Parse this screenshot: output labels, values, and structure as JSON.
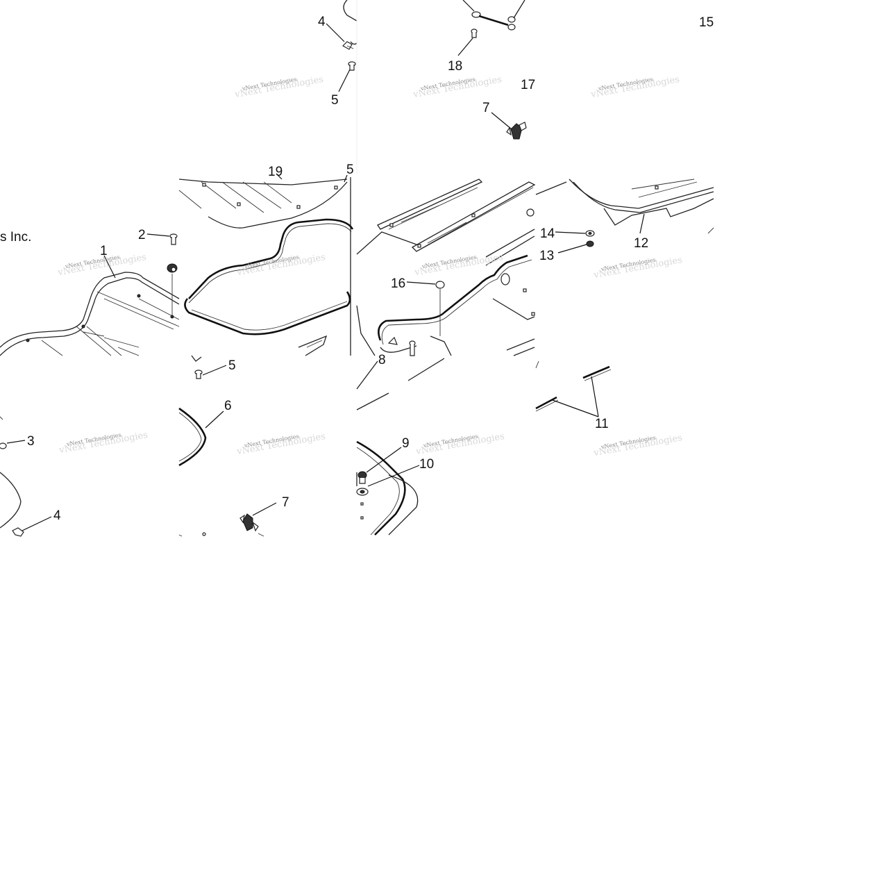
{
  "diagram": {
    "copyright_fragment": "s Inc.",
    "watermark_text": "vNext Technologies",
    "callouts": {
      "c1": "1",
      "c2": "2",
      "c3": "3",
      "c4a": "4",
      "c4b": "4",
      "c5a": "5",
      "c5b": "5",
      "c5c": "5",
      "c6": "6",
      "c7a": "7",
      "c7b": "7",
      "c8": "8",
      "c9": "9",
      "c10": "10",
      "c11": "11",
      "c12": "12",
      "c13": "13",
      "c14": "14",
      "c15": "15",
      "c16": "16",
      "c17": "17",
      "c18": "18",
      "c19": "19"
    }
  }
}
